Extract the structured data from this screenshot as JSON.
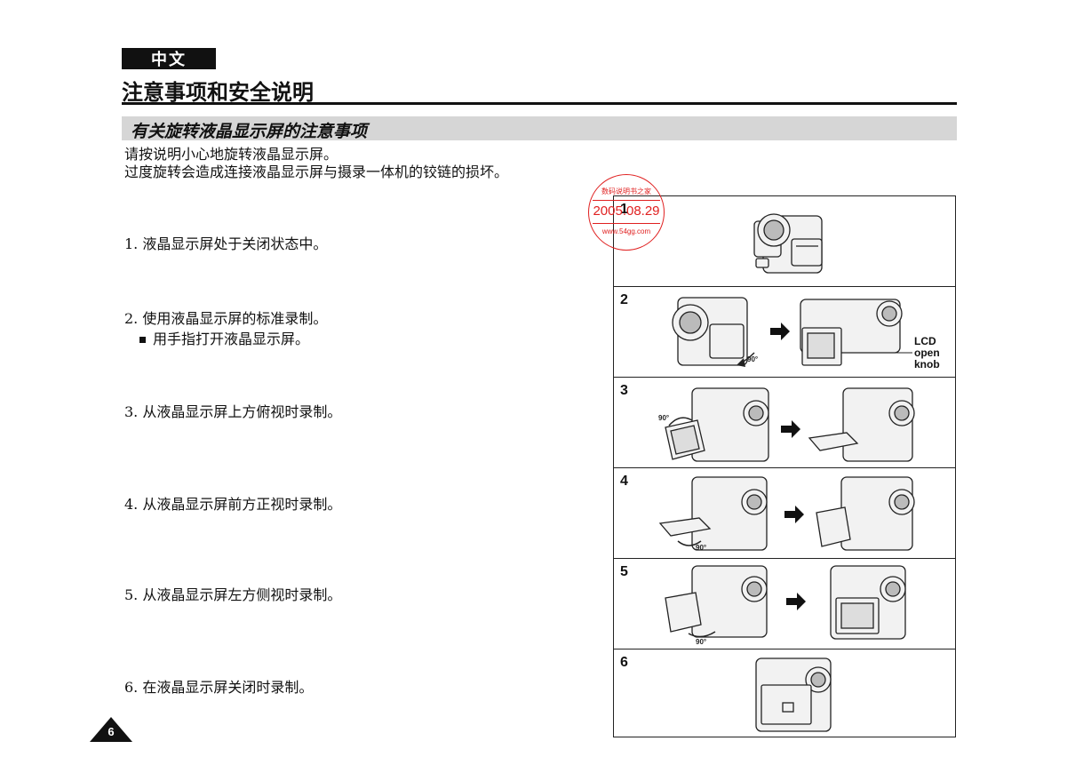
{
  "header": {
    "language_tab": "中文",
    "page_title": "注意事项和安全说明"
  },
  "section": {
    "title": "有关旋转液晶显示屏的注意事项",
    "intro_line1": "请按说明小心地旋转液晶显示屏。",
    "intro_line2": "过度旋转会造成连接液晶显示屏与摄录一体机的铰链的损坏。"
  },
  "steps": [
    {
      "text": "1. 液晶显示屏处于关闭状态中。"
    },
    {
      "text": "2. 使用液晶显示屏的标准录制。",
      "sub": "用手指打开液晶显示屏。"
    },
    {
      "text": "3. 从液晶显示屏上方俯视时录制。"
    },
    {
      "text": "4. 从液晶显示屏前方正视时录制。"
    },
    {
      "text": "5. 从液晶显示屏左方侧视时录制。"
    },
    {
      "text": "6. 在液晶显示屏关闭时录制。"
    }
  ],
  "figure": {
    "panel_numbers": [
      "1",
      "2",
      "3",
      "4",
      "5",
      "6"
    ],
    "angle_label": "90°",
    "lcd_label": [
      "LCD",
      "open",
      "knob"
    ]
  },
  "stamp": {
    "top_text": "数码说明书之家",
    "date": "2005.08.29",
    "url": "www.54gg.com"
  },
  "page_number": "6"
}
